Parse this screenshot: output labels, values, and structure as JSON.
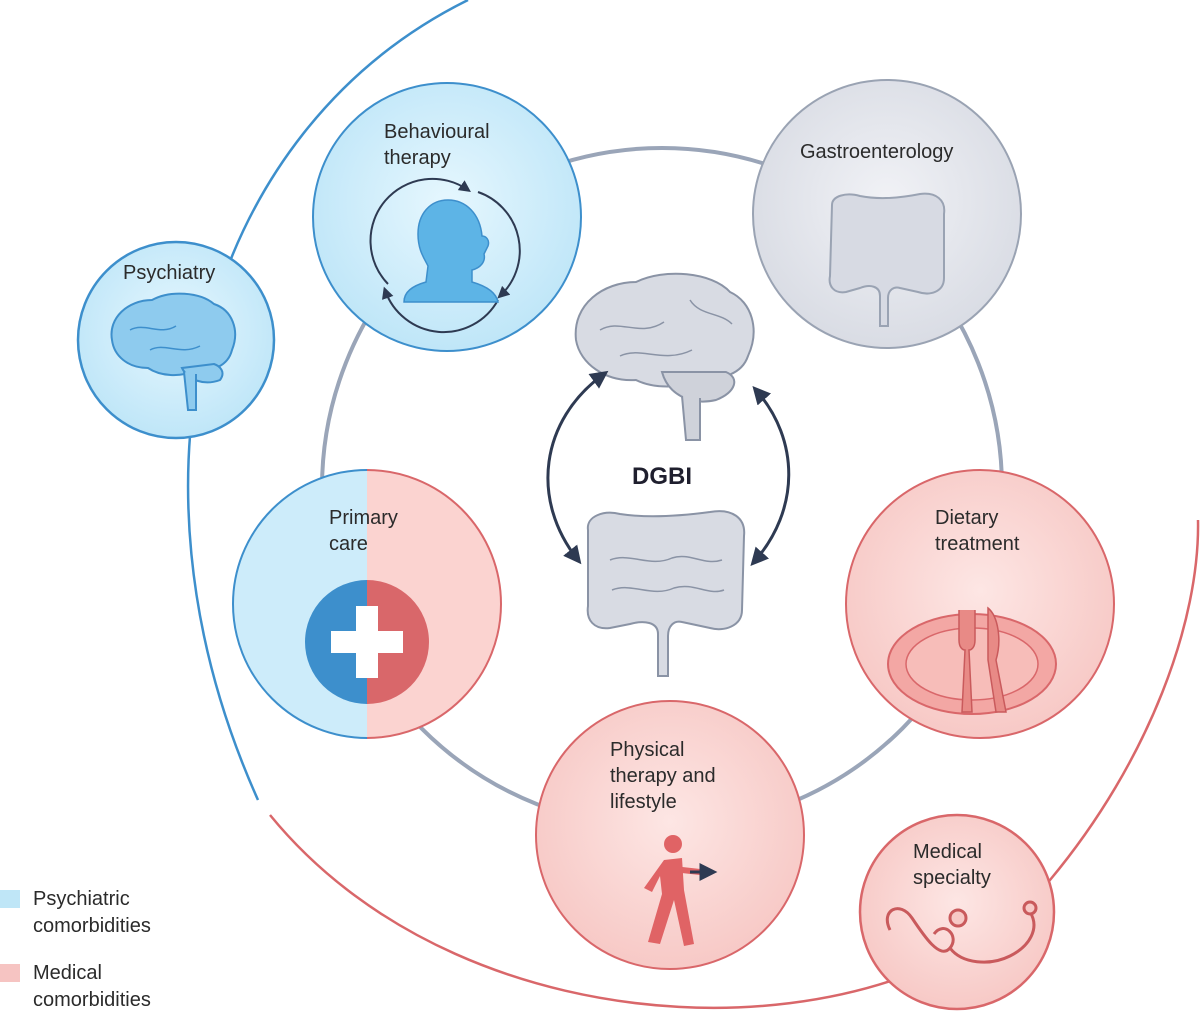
{
  "center_label": "DGBI",
  "nodes": {
    "behavioural": [
      "Behavioural",
      "therapy"
    ],
    "gastro": [
      "Gastroenterology"
    ],
    "psychiatry": [
      "Psychiatry"
    ],
    "primary": [
      "Primary",
      "care"
    ],
    "dietary": [
      "Dietary",
      "treatment"
    ],
    "physical": [
      "Physical",
      "therapy and",
      "lifestyle"
    ],
    "medical": [
      "Medical",
      "specialty"
    ]
  },
  "legend": [
    {
      "lines": [
        "Psychiatric",
        "comorbidities"
      ],
      "color": "#bfe6f7"
    },
    {
      "lines": [
        "Medical",
        "comorbidities"
      ],
      "color": "#f6c4c2"
    }
  ],
  "colors": {
    "psychiatric_fill": "#cfeefb",
    "psychiatric_stroke": "#3d8fcc",
    "medical_fill": "#fbd5d3",
    "medical_stroke": "#d9676a",
    "neutral_fill": "#e4e6ec",
    "neutral_stroke": "#9aa3b3",
    "ring": "#9aa5b8",
    "arrow": "#2e3a52"
  }
}
